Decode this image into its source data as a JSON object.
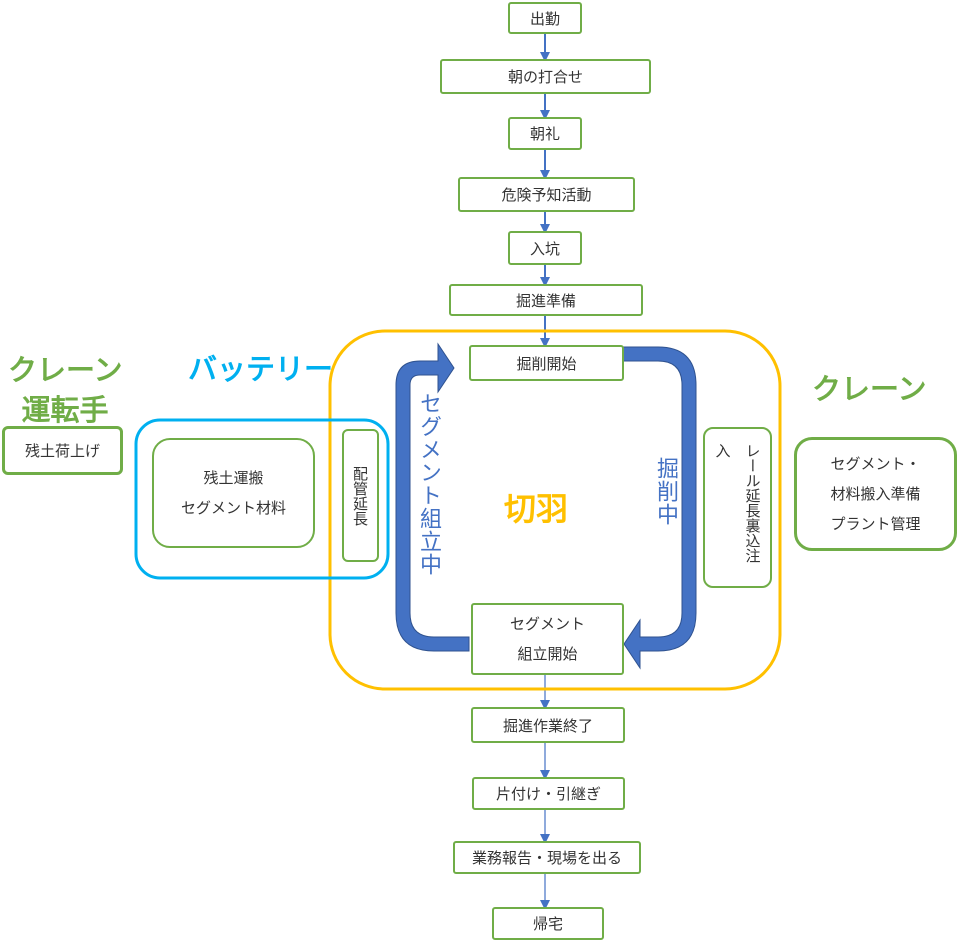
{
  "flow": {
    "step1": "出勤",
    "step2": "朝の打合せ",
    "step3": "朝礼",
    "step4": "危険予知活動",
    "step5": "入坑",
    "step6": "掘進準備",
    "step7": "掘削開始",
    "step8_line1": "セグメント",
    "step8_line2": "組立開始",
    "step9": "掘進作業終了",
    "step10": "片付け・引継ぎ",
    "step11": "業務報告・現場を出る",
    "step12": "帰宅"
  },
  "cycle": {
    "center": "切羽",
    "left_arrow": "セグメント組立中",
    "right_arrow": "掘削中",
    "rail_box": "レール延長裏込注入",
    "pipe_box": "配管延長"
  },
  "battery": {
    "title": "バッテリー",
    "line1": "残土運搬",
    "line2": "セグメント材料"
  },
  "crane_operator": {
    "title_line1": "クレーン",
    "title_line2": "運転手",
    "task": "残土荷上げ"
  },
  "crane": {
    "title": "クレーン",
    "line1": "セグメント・",
    "line2": "材料搬入準備",
    "line3": "プラント管理"
  },
  "colors": {
    "box_border": "#70ad47",
    "arrow_blue": "#4472c4",
    "yellow": "#ffc000",
    "cyan": "#00b0f0",
    "green_label": "#70ad47"
  }
}
